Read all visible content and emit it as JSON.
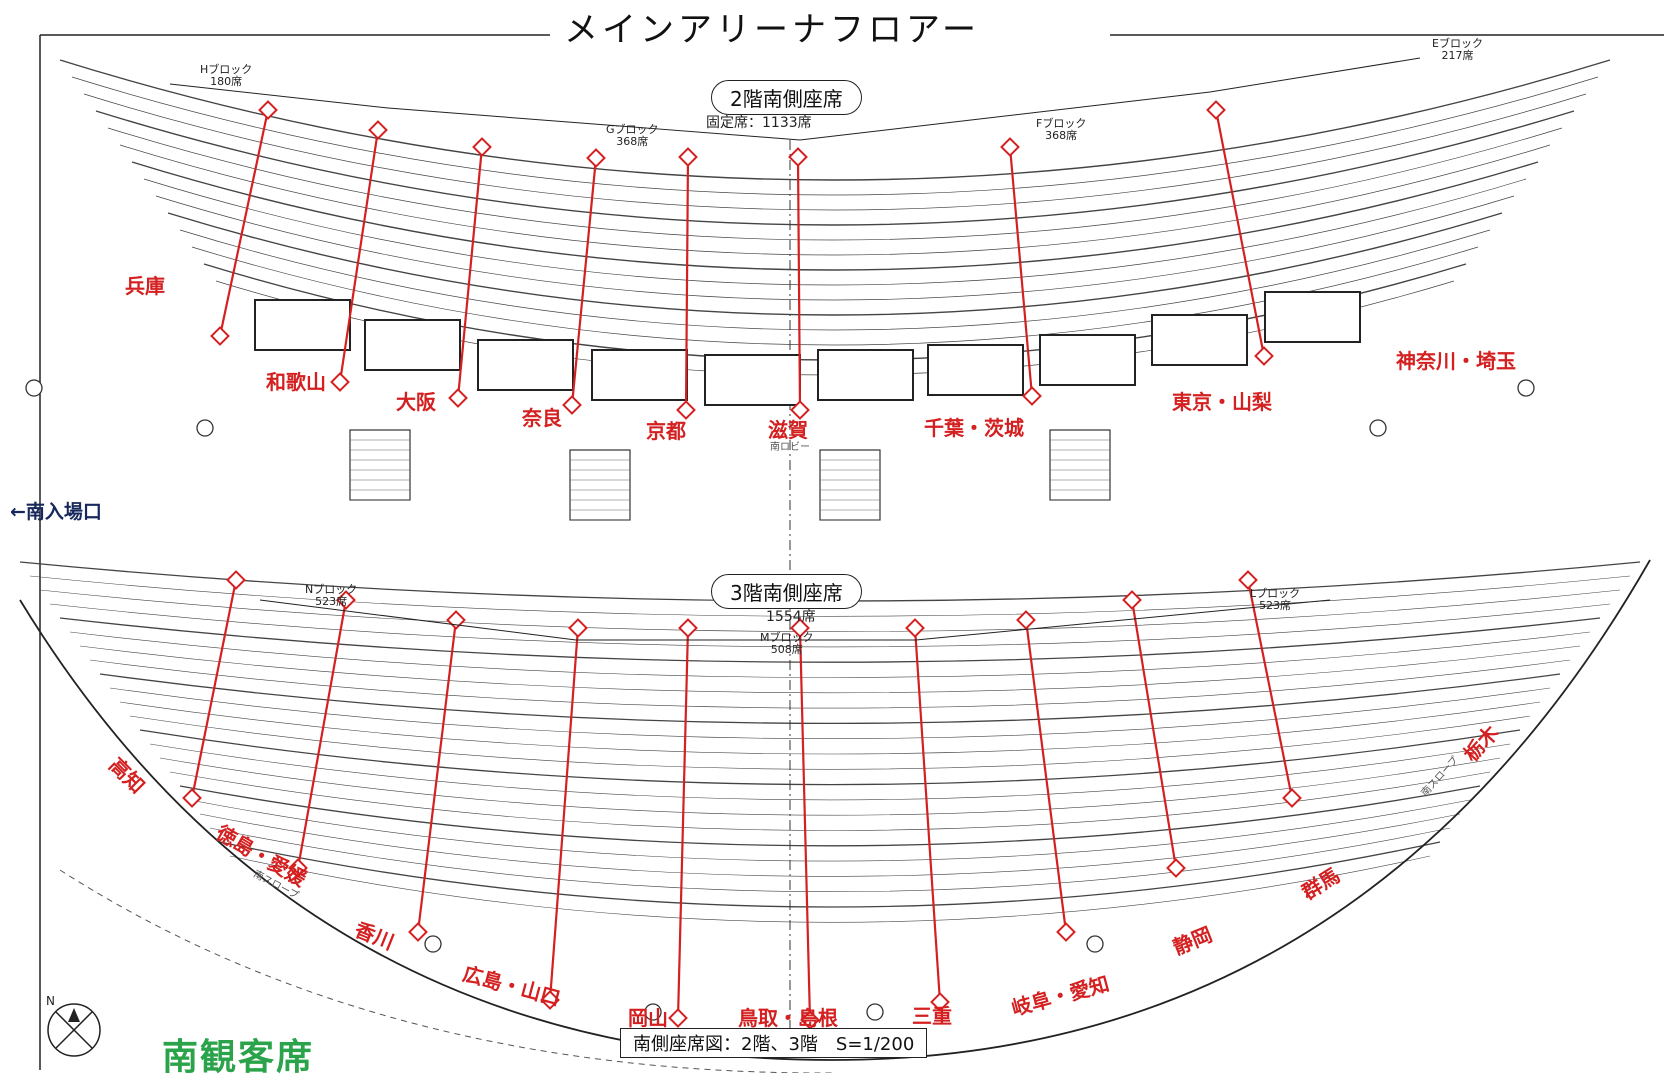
{
  "title": "メインアリーナフロアー",
  "floor2": {
    "heading": "2階南側座席",
    "capacity": "固定席：1133席",
    "blocks": [
      {
        "name": "Hブロック",
        "seats": "180席"
      },
      {
        "name": "Gブロック",
        "seats": "368席"
      },
      {
        "name": "Fブロック",
        "seats": "368席"
      },
      {
        "name": "Eブロック",
        "seats": "217席"
      }
    ],
    "prefectures": [
      "兵庫",
      "和歌山",
      "大阪",
      "奈良",
      "京都",
      "滋賀",
      "千葉・茨城",
      "東京・山梨",
      "神奈川・埼玉"
    ],
    "lobby": "南ロビー"
  },
  "floor3": {
    "heading": "3階南側座席",
    "capacity": "1554席",
    "blocks": [
      {
        "name": "Nブロック",
        "seats": "523席"
      },
      {
        "name": "Mブロック",
        "seats": "508席"
      },
      {
        "name": "Lブロック",
        "seats": "523席"
      }
    ],
    "prefectures": [
      "高知",
      "徳島・愛媛",
      "香川",
      "広島・山口",
      "岡山",
      "鳥取・島根",
      "三重",
      "岐阜・愛知",
      "静岡",
      "群馬",
      "栃木"
    ],
    "slope_label": "南スロープ"
  },
  "entrance": "←南入場口",
  "stand_label": "南観客席",
  "scale_caption": "南側座席図：2階、3階　S=1/200",
  "compass": "N",
  "colors": {
    "marker": "#d42020",
    "stand_label": "#2aa34a",
    "entrance": "#17285a"
  }
}
